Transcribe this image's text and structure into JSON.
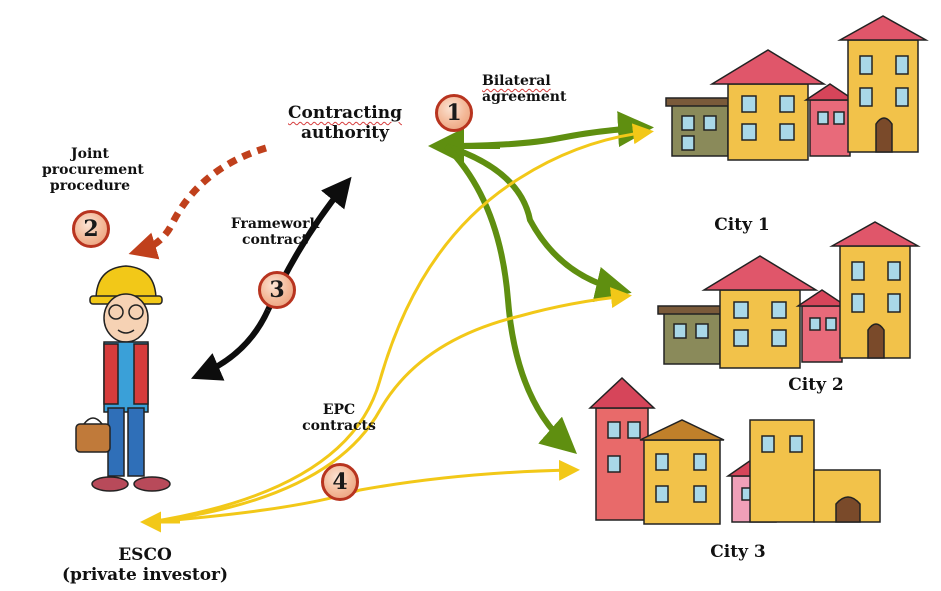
{
  "labels": {
    "contracting_authority": [
      "Contracting",
      "authority"
    ],
    "bilateral_agreement": [
      "Bilateral",
      "agreement"
    ],
    "joint_procurement": [
      "Joint",
      "procurement",
      "procedure"
    ],
    "framework_contract": [
      "Framework",
      "contract"
    ],
    "epc_contracts": [
      "EPC",
      "contracts"
    ],
    "esco": [
      "ESCO",
      "(private investor)"
    ],
    "city1": "City 1",
    "city2": "City 2",
    "city3": "City 3"
  },
  "badges": {
    "b1": "1",
    "b2": "2",
    "b3": "3",
    "b4": "4"
  },
  "colors": {
    "green_arrow": "#5f8f10",
    "yellow_arrow": "#f2c818",
    "dotted_arrow": "#c0401c",
    "black_arrow": "#0d0d0d",
    "badge_border": "#b8341f"
  }
}
